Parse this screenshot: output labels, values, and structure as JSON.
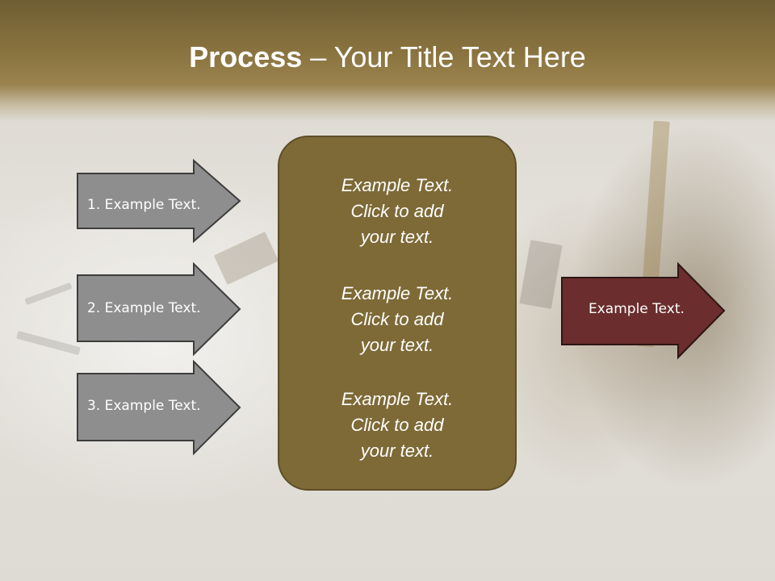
{
  "slide": {
    "title_bold": "Process",
    "title_rest": " – Your Title Text Here"
  },
  "left_arrows": [
    {
      "label": "1. Example Text."
    },
    {
      "label": "2. Example Text."
    },
    {
      "label": "3. Example Text."
    }
  ],
  "center_box": {
    "paragraphs": [
      {
        "lines": [
          "Example Text.",
          "Click  to add",
          "your text."
        ]
      },
      {
        "lines": [
          "Example Text.",
          "Click  to add",
          "your text."
        ]
      },
      {
        "lines": [
          "Example Text.",
          "Click  to add",
          "your text."
        ]
      }
    ]
  },
  "right_arrow": {
    "label": "Example Text."
  },
  "colors": {
    "title_bar": "#8a7440",
    "center_box_fill": "#7e6a37",
    "left_arrow_fill": "#8e8e8e",
    "right_arrow_fill": "#6b2d2d"
  }
}
